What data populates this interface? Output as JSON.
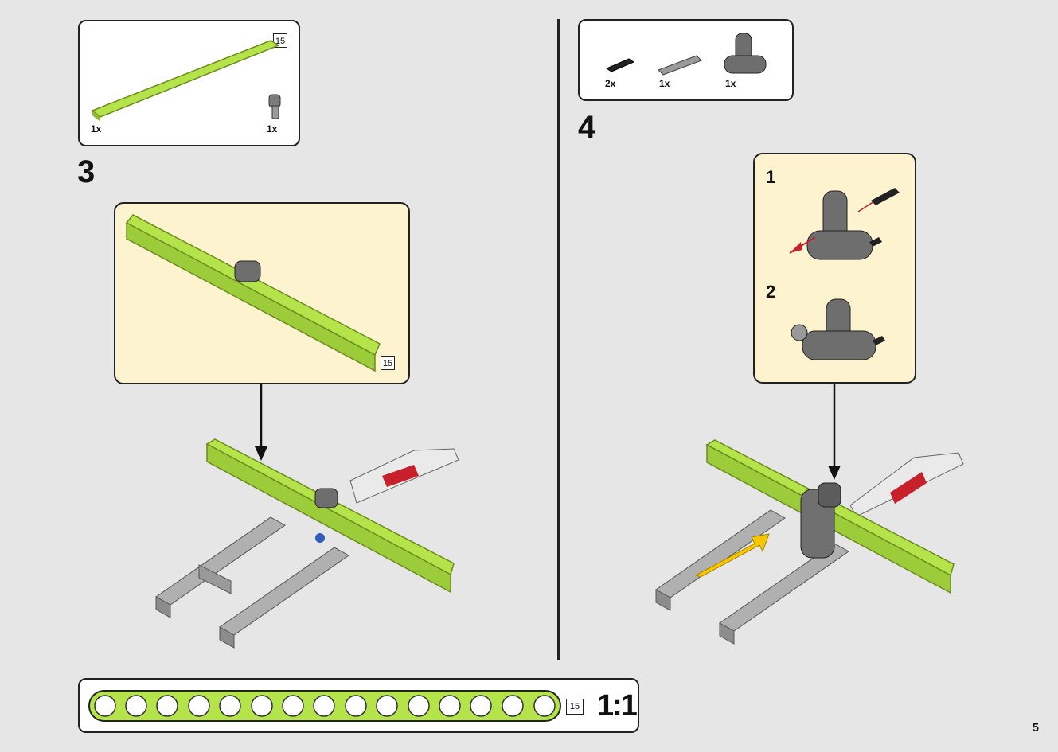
{
  "page": {
    "number": "5"
  },
  "step3": {
    "number": "3",
    "parts": [
      {
        "icon": "lime-beam-icon",
        "qty": "1x",
        "length": "15"
      },
      {
        "icon": "grey-connector-icon",
        "qty": "1x"
      }
    ],
    "callout_length": "15"
  },
  "step4": {
    "number": "4",
    "parts": [
      {
        "icon": "black-pin-icon",
        "qty": "2x"
      },
      {
        "icon": "grey-axle-pin-icon",
        "qty": "1x"
      },
      {
        "icon": "grey-t-beam-icon",
        "qty": "1x"
      }
    ],
    "substeps": [
      "1",
      "2"
    ]
  },
  "ruler": {
    "length": "15",
    "scale": "1:1"
  },
  "colors": {
    "lime": "#b4e34a",
    "callout": "#fdf3cf",
    "grey": "#8a8a8a",
    "red": "#c8202a",
    "yellow": "#f7c600"
  }
}
